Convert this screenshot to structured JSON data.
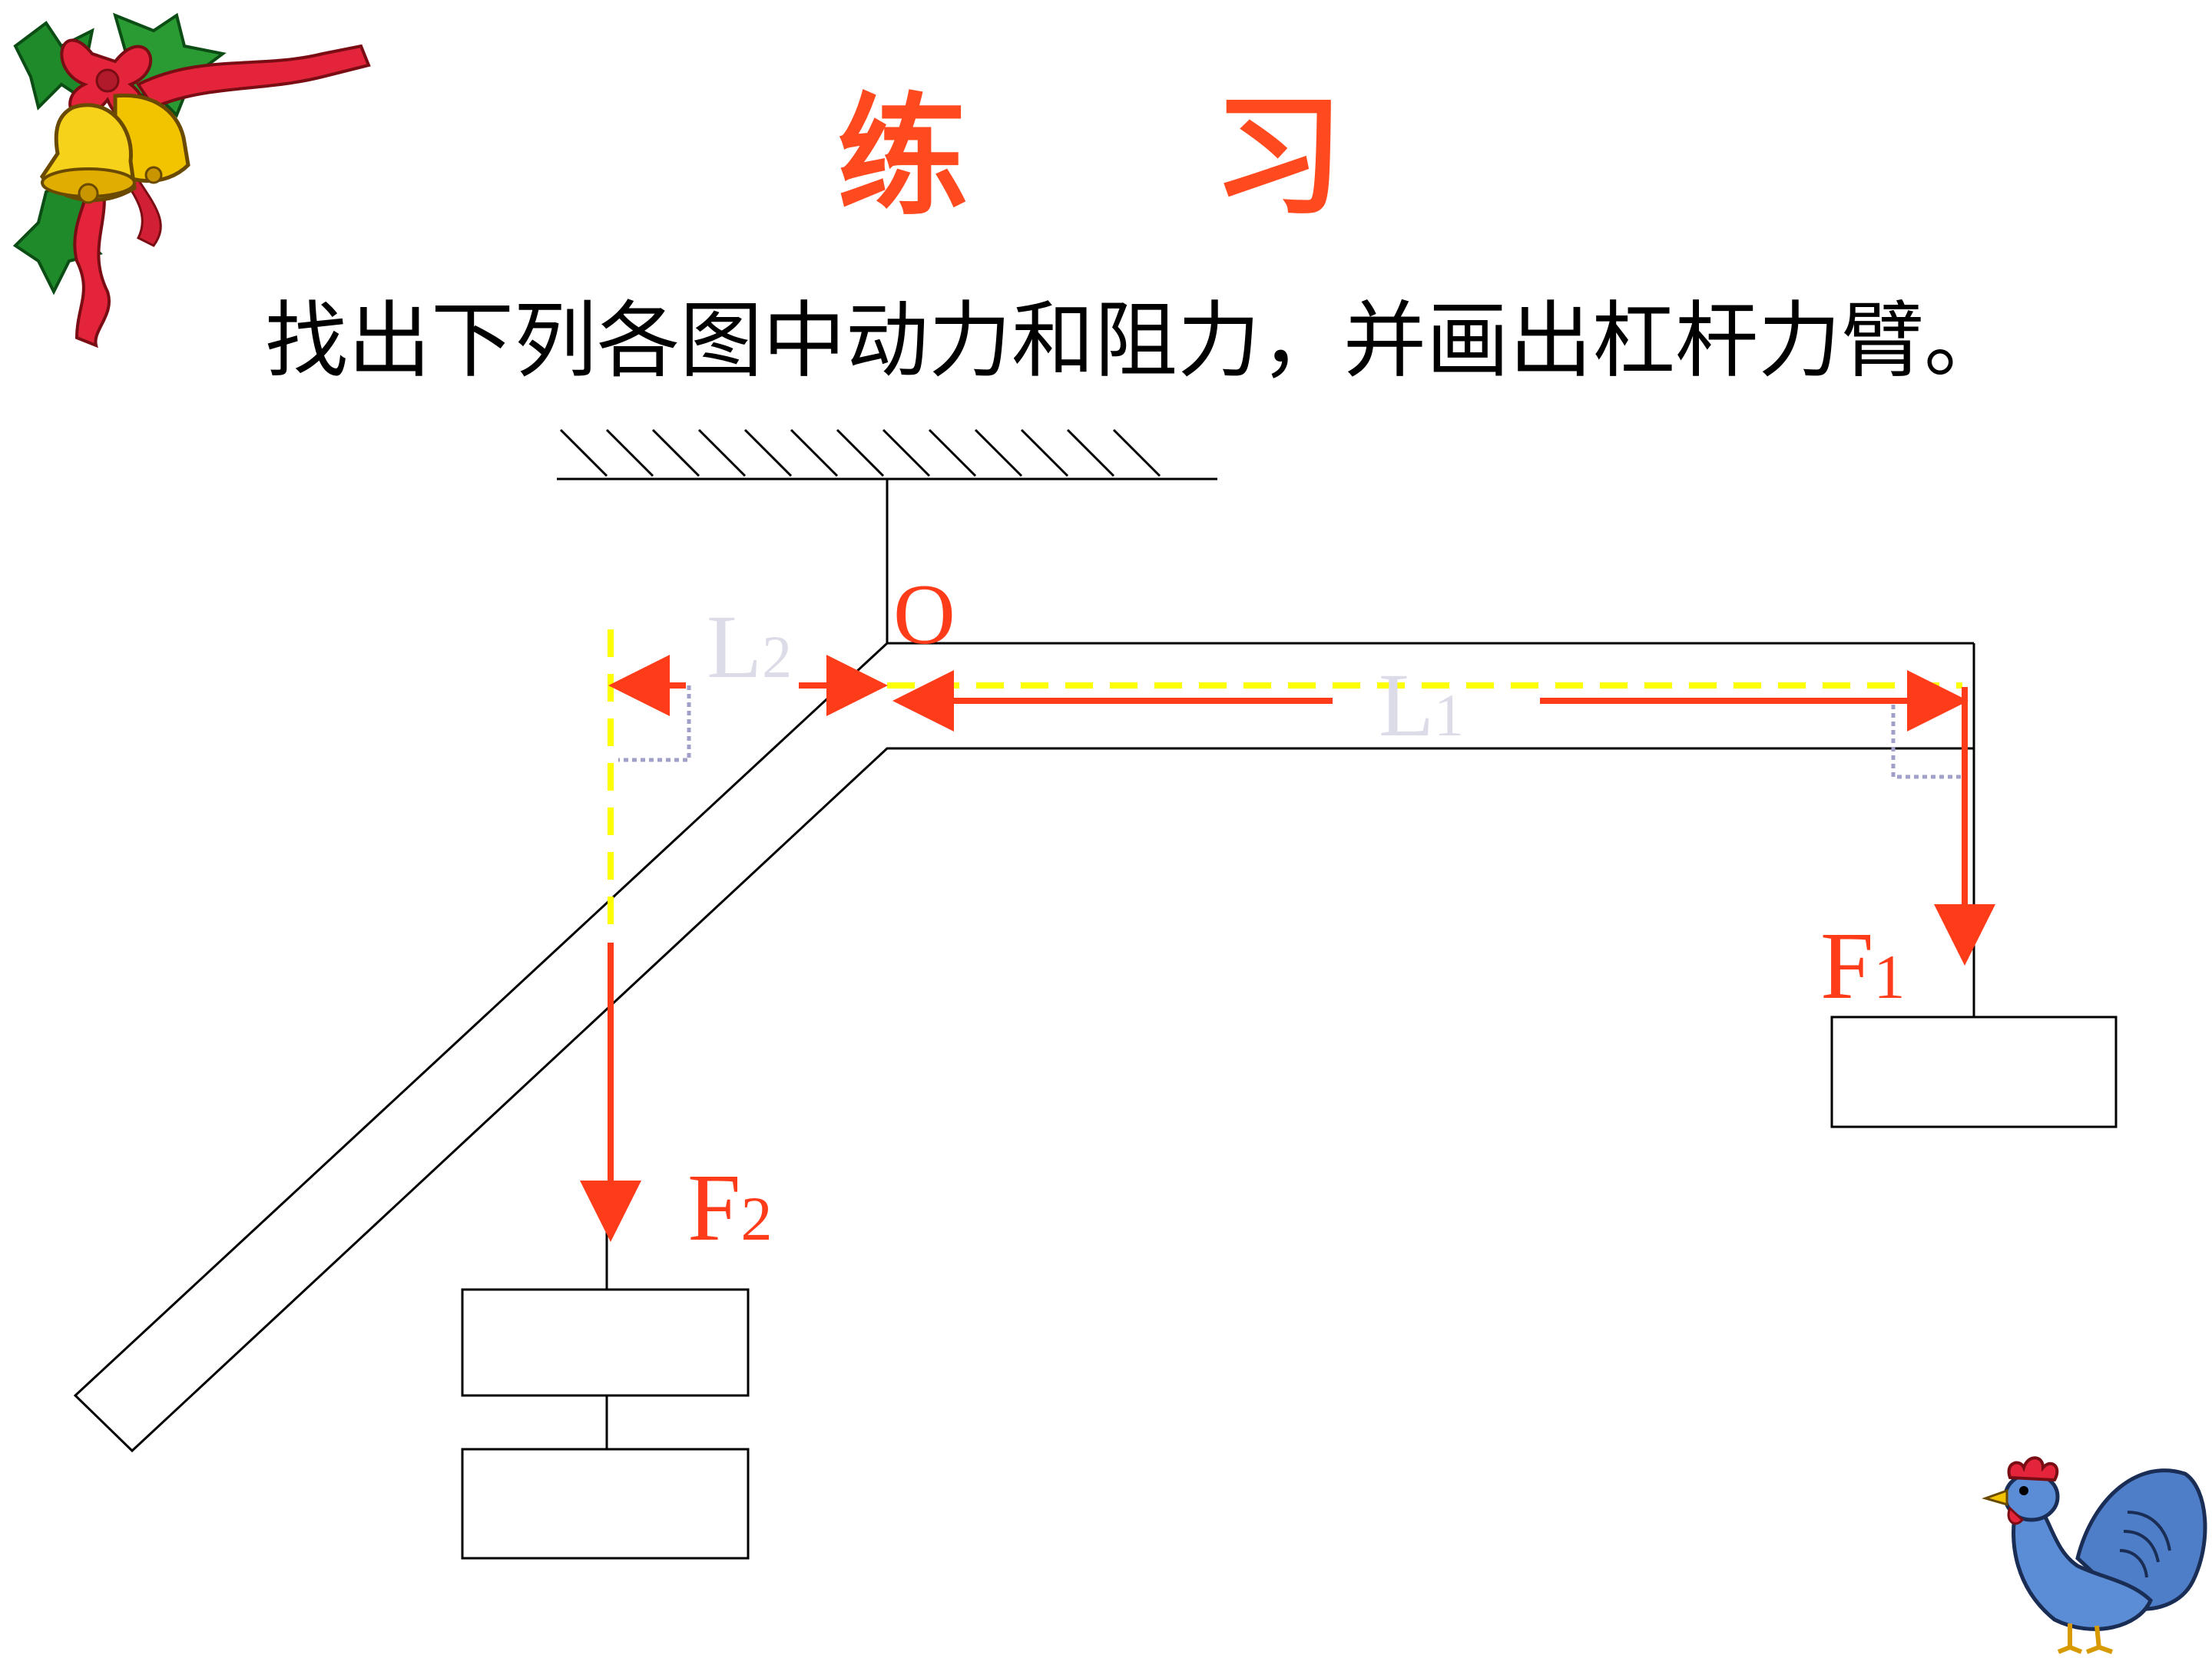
{
  "title": "练    习",
  "instruction": "找出下列各图中动力和阻力，并画出杠杆力臂。",
  "labels": {
    "pivot": "O",
    "arm1": "L",
    "arm1_sub": "1",
    "arm2": "L",
    "arm2_sub": "2",
    "force1": "F",
    "force1_sub": "1",
    "force2": "F",
    "force2_sub": "2"
  },
  "colors": {
    "title": "#ff4a1f",
    "force": "#ff3c1a",
    "arm_line": "#ffff00",
    "arm_label": "#dcdce8",
    "right_angle": "#a0a0c8",
    "outline": "#000000"
  },
  "decorations": {
    "top_left": "christmas-bells-icon",
    "bottom_right": "rooster-icon"
  }
}
